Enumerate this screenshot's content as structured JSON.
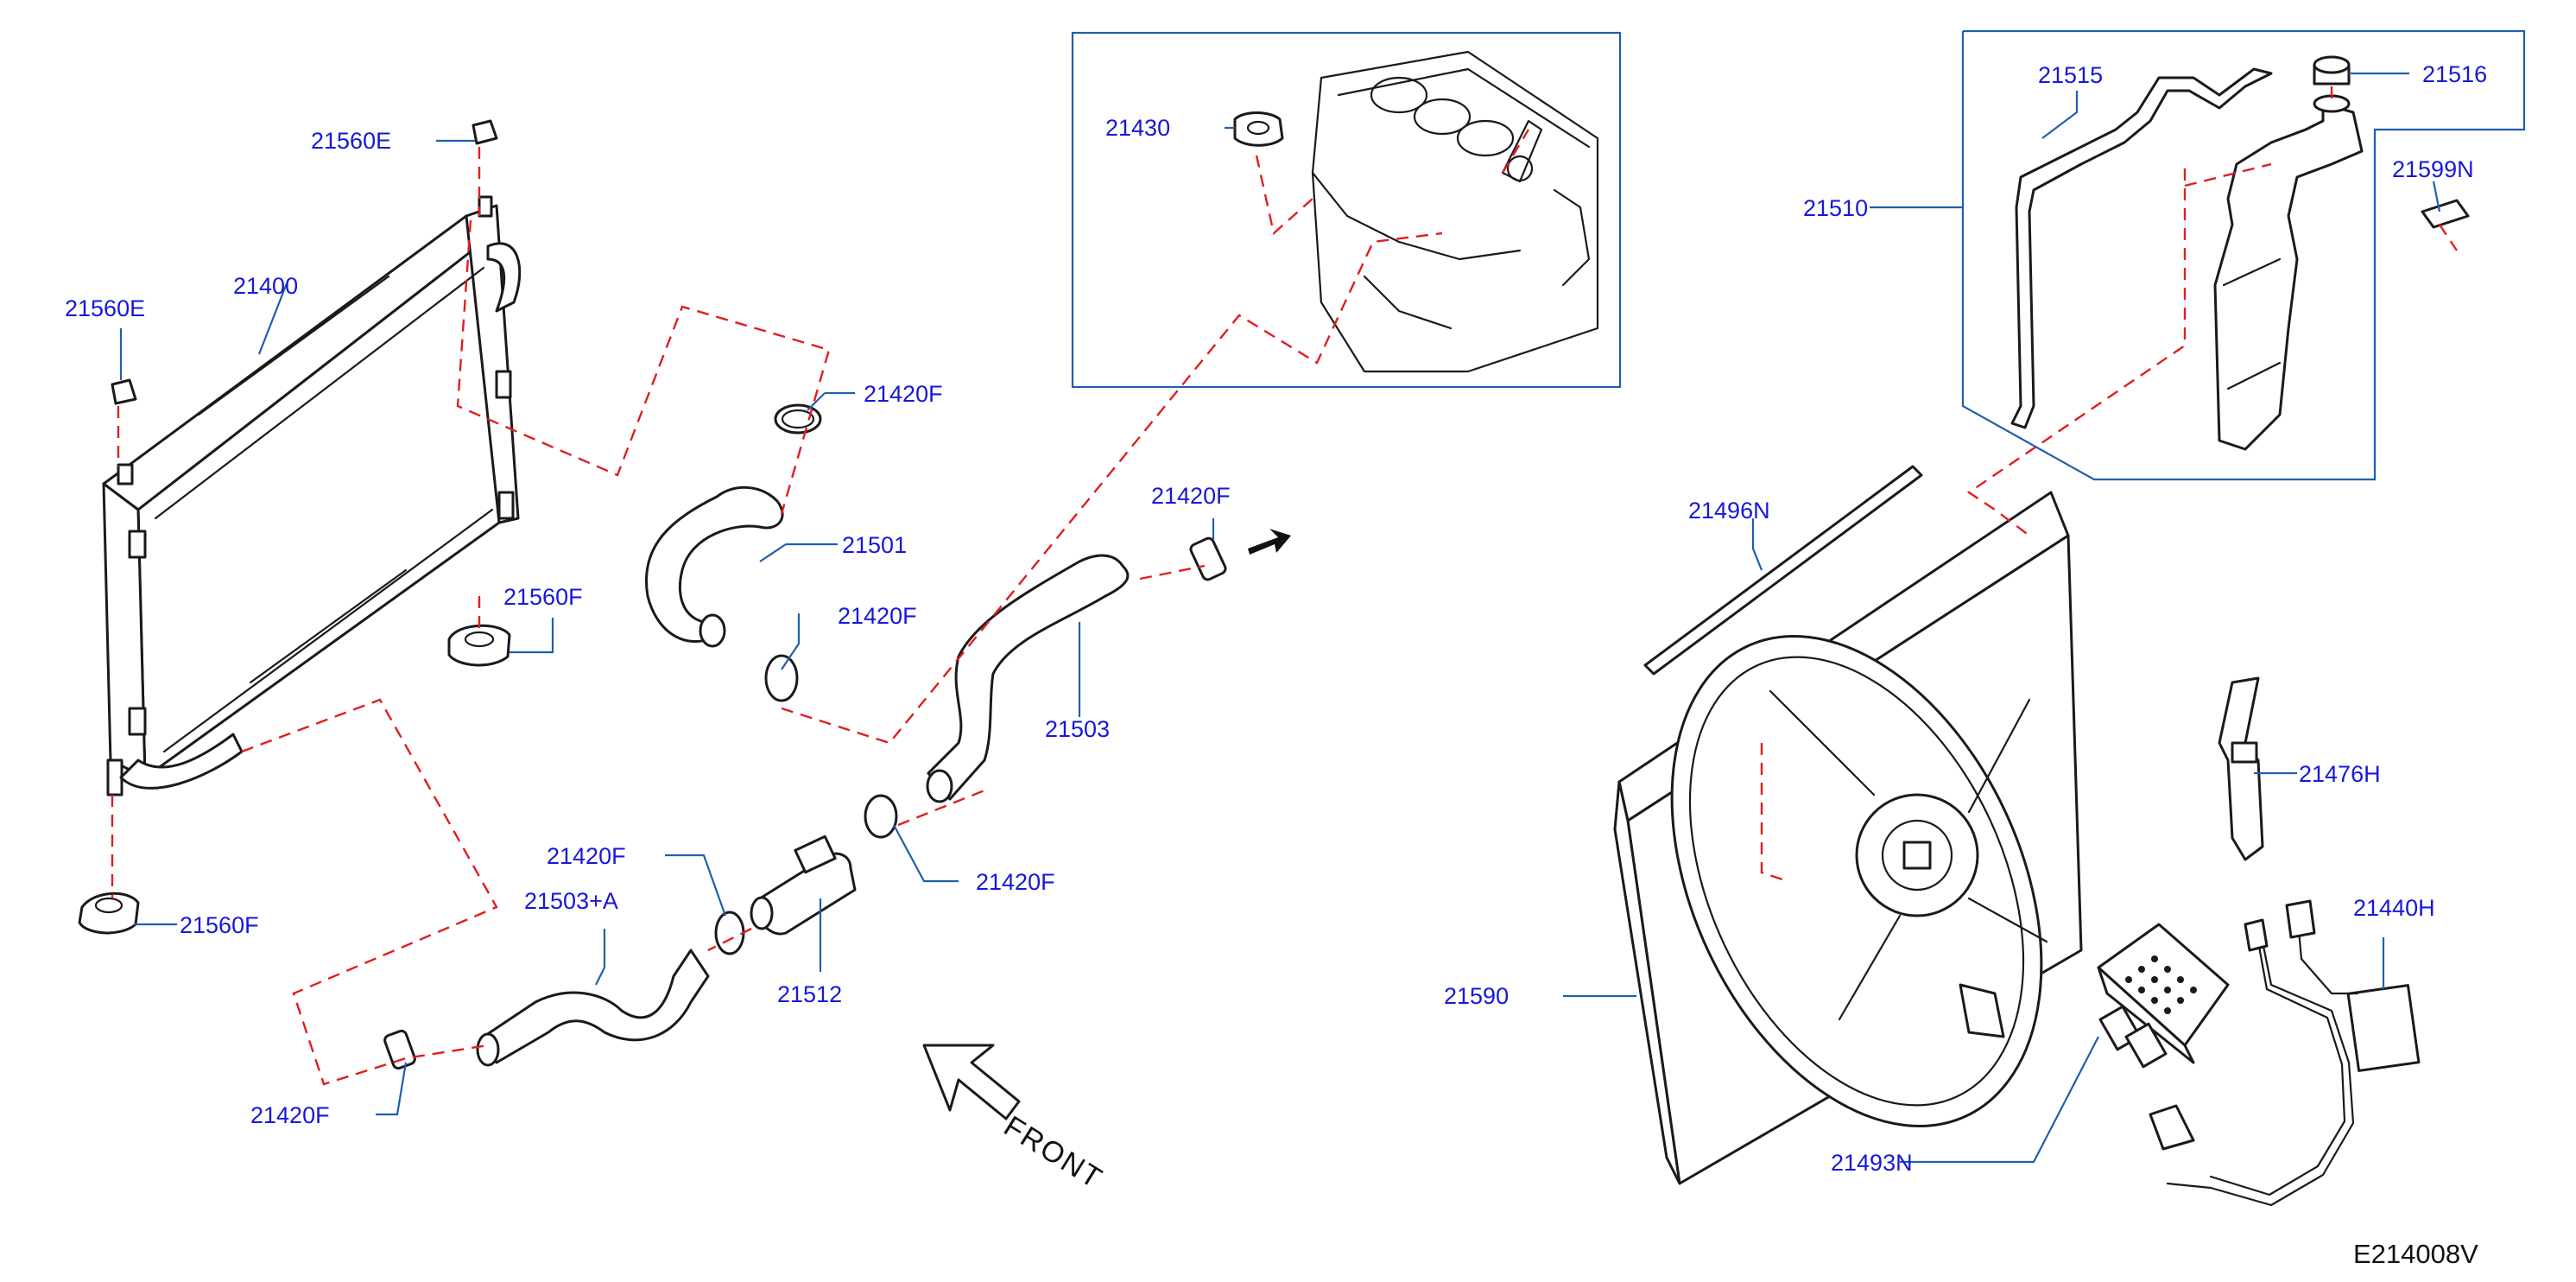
{
  "diagram_code": "E214008V",
  "front_label": "FRONT",
  "colors": {
    "label": "#1717d9",
    "leader": "#1f5fae",
    "routing_dash": "#e01e1e",
    "part_outline": "#1a1a1a"
  },
  "labels": {
    "p21560E_a": "21560E",
    "p21560E_b": "21560E",
    "p21400": "21400",
    "p21420F_a": "21420F",
    "p21501": "21501",
    "p21560F_a": "21560F",
    "p21420F_b": "21420F",
    "p21420F_c": "21420F",
    "p21503": "21503",
    "p21560F_b": "21560F",
    "p21420F_d": "21420F",
    "p21503A": "21503+A",
    "p21420F_e": "21420F",
    "p21512": "21512",
    "p21420F_f": "21420F",
    "p21430": "21430",
    "p21515": "21515",
    "p21516": "21516",
    "p21599N": "21599N",
    "p21510": "21510",
    "p21496N": "21496N",
    "p21476H": "21476H",
    "p21440H": "21440H",
    "p21590": "21590",
    "p21493N": "21493N"
  }
}
